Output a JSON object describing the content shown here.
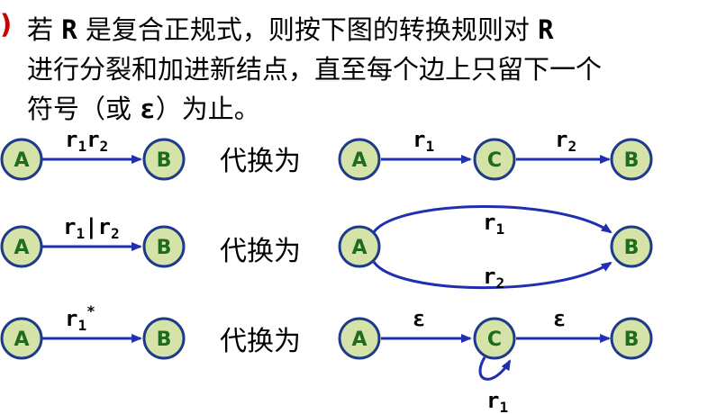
{
  "intro": {
    "bullet": ")",
    "line1_a": "若 ",
    "line1_r1": "R",
    "line1_b": " 是复合正规式，则按下图的转换规则对 ",
    "line1_r2": "R",
    "line2": "进行分裂和加进新结点，直至每个边上只留下一个",
    "line3_a": "符号（或 ",
    "line3_eps": "ε",
    "line3_b": "）为止。"
  },
  "replace_text": "代换为",
  "nodes": {
    "A": "A",
    "B": "B",
    "C": "C"
  },
  "rules": [
    {
      "left_label_main": "r",
      "left_sub1": "1",
      "left_mid": "r",
      "left_sub2": "2",
      "right_labels": [
        {
          "main": "r",
          "sub": "1"
        },
        {
          "main": "r",
          "sub": "2"
        }
      ]
    },
    {
      "left_label_main": "r",
      "left_sub1": "1",
      "left_mid": "|r",
      "left_sub2": "2",
      "right_labels": [
        {
          "main": "r",
          "sub": "1"
        },
        {
          "main": "r",
          "sub": "2"
        }
      ]
    },
    {
      "left_label_main": "r",
      "left_sub1": "1",
      "left_sup": "*",
      "right_labels": [
        {
          "main": "ε"
        },
        {
          "main": "ε"
        },
        {
          "main": "r",
          "sub": "1"
        }
      ]
    }
  ],
  "colors": {
    "node_fill": "#d6e3a8",
    "node_stroke": "#1e3a8a",
    "arrow": "#1f2fb0",
    "node_text": "#1f6b1f"
  }
}
